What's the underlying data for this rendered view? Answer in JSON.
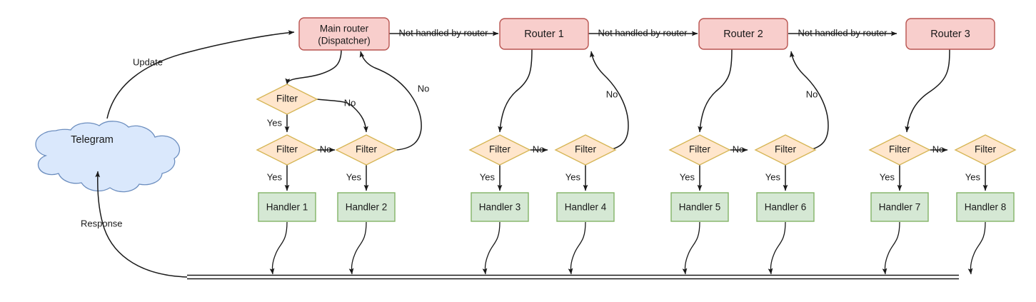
{
  "diagram": {
    "title": "Telegram bot update routing flow",
    "colors": {
      "router_fill": "#f8cecc",
      "router_stroke": "#b85450",
      "filter_fill": "#ffe6cc",
      "filter_stroke": "#d6b656",
      "handler_fill": "#d5e8d4",
      "handler_stroke": "#82b366",
      "cloud_fill": "#dae8fc",
      "cloud_stroke": "#6c8ebf",
      "line": "#1a1a1a",
      "background": "#ffffff"
    },
    "cloud": {
      "label": "Telegram"
    },
    "flow_labels": {
      "update": "Update",
      "response": "Response",
      "yes": "Yes",
      "no": "No",
      "not_handled": "Not handled by router"
    },
    "routers": [
      {
        "id": "main-router",
        "line1": "Main router",
        "line2": "(Dispatcher)"
      },
      {
        "id": "router-1",
        "line1": "Router 1",
        "line2": ""
      },
      {
        "id": "router-2",
        "line1": "Router 2",
        "line2": ""
      },
      {
        "id": "router-3",
        "line1": "Router 3",
        "line2": ""
      }
    ],
    "filters": [
      {
        "id": "filter-top-main",
        "label": "Filter"
      },
      {
        "id": "filter-1",
        "label": "Filter"
      },
      {
        "id": "filter-2",
        "label": "Filter"
      },
      {
        "id": "filter-3",
        "label": "Filter"
      },
      {
        "id": "filter-4",
        "label": "Filter"
      },
      {
        "id": "filter-5",
        "label": "Filter"
      },
      {
        "id": "filter-6",
        "label": "Filter"
      },
      {
        "id": "filter-7",
        "label": "Filter"
      },
      {
        "id": "filter-8",
        "label": "Filter"
      }
    ],
    "handlers": [
      {
        "id": "handler-1",
        "label": "Handler 1"
      },
      {
        "id": "handler-2",
        "label": "Handler 2"
      },
      {
        "id": "handler-3",
        "label": "Handler 3"
      },
      {
        "id": "handler-4",
        "label": "Handler 4"
      },
      {
        "id": "handler-5",
        "label": "Handler 5"
      },
      {
        "id": "handler-6",
        "label": "Handler 6"
      },
      {
        "id": "handler-7",
        "label": "Handler 7"
      },
      {
        "id": "handler-8",
        "label": "Handler 8"
      }
    ],
    "connector_labels": {
      "main_to_r1": "Not handled by router",
      "r1_to_r2": "Not handled by router",
      "r2_to_r3": "Not handled by router"
    },
    "yes_labels": [
      "Yes",
      "Yes",
      "Yes",
      "Yes",
      "Yes",
      "Yes",
      "Yes",
      "Yes",
      "Yes"
    ],
    "no_labels": [
      "No",
      "No",
      "No",
      "No",
      "No",
      "No",
      "No",
      "No"
    ]
  }
}
